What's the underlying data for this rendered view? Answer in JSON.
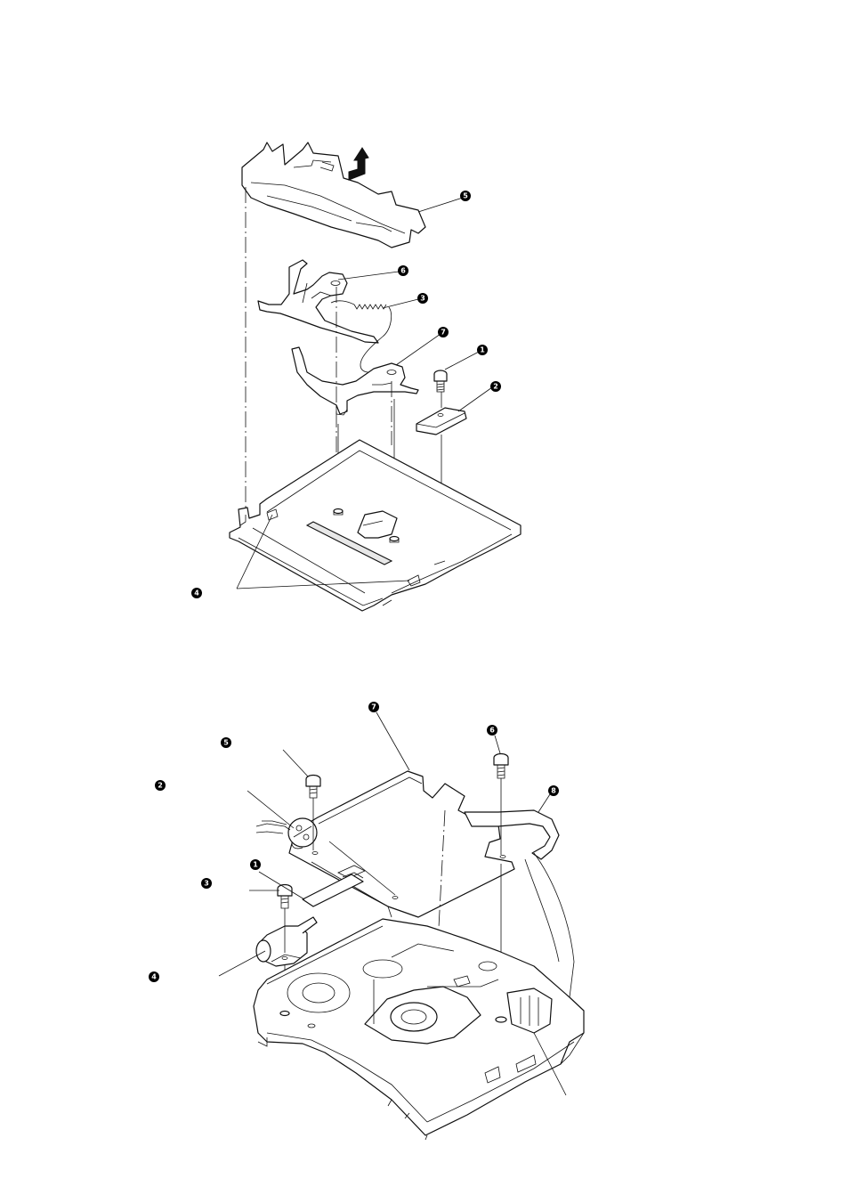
{
  "top_diagram": {
    "callouts": [
      {
        "id": "c5",
        "label": "5"
      },
      {
        "id": "c6",
        "label": "6"
      },
      {
        "id": "c3",
        "label": "3"
      },
      {
        "id": "c7",
        "label": "7"
      },
      {
        "id": "c1",
        "label": "1"
      },
      {
        "id": "c2",
        "label": "2"
      },
      {
        "id": "c4",
        "label": "4"
      }
    ]
  },
  "bottom_diagram": {
    "callouts": [
      {
        "id": "c7",
        "label": "7"
      },
      {
        "id": "c6",
        "label": "6"
      },
      {
        "id": "c5",
        "label": "5"
      },
      {
        "id": "c8",
        "label": "8"
      },
      {
        "id": "c2",
        "label": "2"
      },
      {
        "id": "c1",
        "label": "1"
      },
      {
        "id": "c3",
        "label": "3"
      },
      {
        "id": "c4",
        "label": "4"
      }
    ]
  }
}
